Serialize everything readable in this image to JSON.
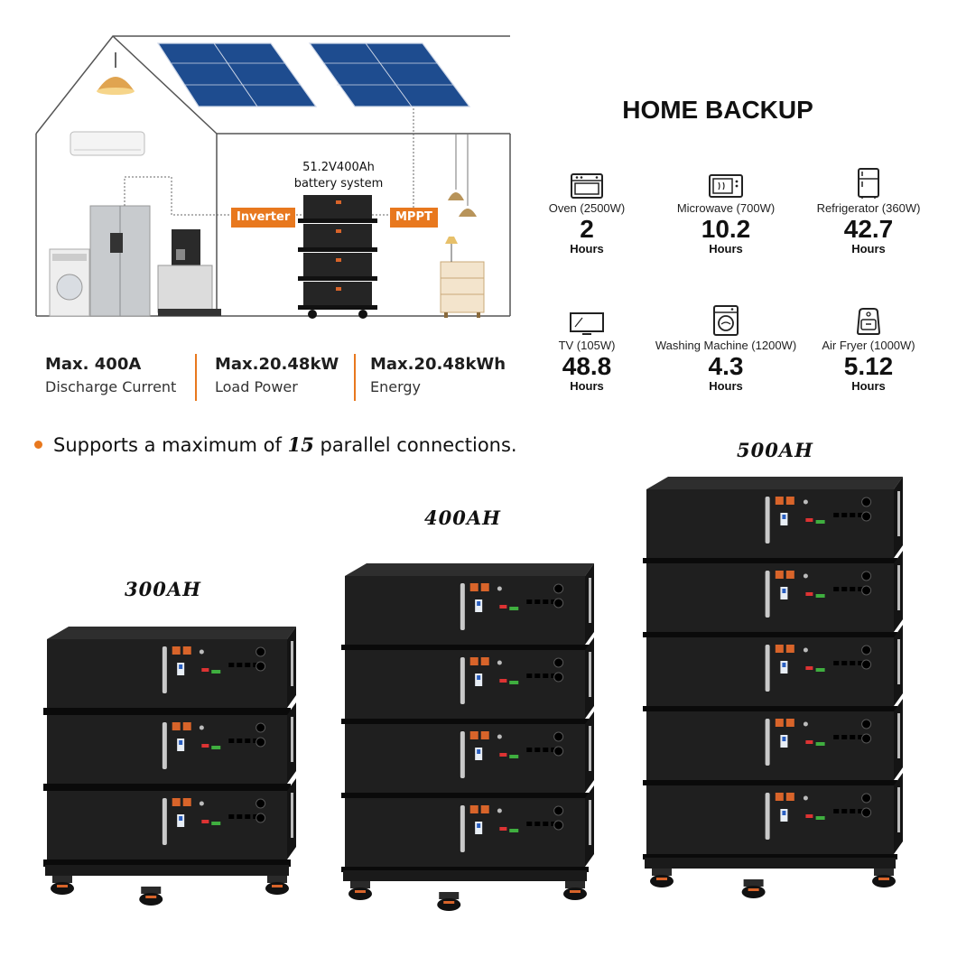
{
  "house": {
    "inverter_label": "Inverter",
    "mppt_label": "MPPT",
    "system_label_line1": "51.2V400Ah",
    "system_label_line2": "battery system"
  },
  "specs": [
    {
      "value": "Max. 400A",
      "label": "Discharge Current"
    },
    {
      "value": "Max.20.48kW",
      "label": "Load Power"
    },
    {
      "value": "Max.20.48kWh",
      "label": "Energy"
    }
  ],
  "home_backup": {
    "title": "HOME BACKUP",
    "appliances": [
      {
        "icon": "oven-icon",
        "name": "Oven (2500W)",
        "value": "2",
        "unit": "Hours"
      },
      {
        "icon": "microwave-icon",
        "name": "Microwave (700W)",
        "value": "10.2",
        "unit": "Hours"
      },
      {
        "icon": "refrigerator-icon",
        "name": "Refrigerator (360W)",
        "value": "42.7",
        "unit": "Hours"
      },
      {
        "icon": "tv-icon",
        "name": "TV (105W)",
        "value": "48.8",
        "unit": "Hours"
      },
      {
        "icon": "washing-machine-icon",
        "name": "Washing Machine (1200W)",
        "value": "4.3",
        "unit": "Hours"
      },
      {
        "icon": "air-fryer-icon",
        "name": "Air Fryer (1000W)",
        "value": "5.12",
        "unit": "Hours"
      }
    ]
  },
  "support": {
    "prefix": "Supports a maximum of ",
    "count": "15",
    "suffix": " parallel connections."
  },
  "capacities": [
    {
      "label": "300AH",
      "modules": 3
    },
    {
      "label": "400AH",
      "modules": 4
    },
    {
      "label": "500AH",
      "modules": 5
    }
  ],
  "colors": {
    "accent": "#e8781e",
    "battery": "#1f1f1f",
    "terminal": "#d8642a"
  }
}
